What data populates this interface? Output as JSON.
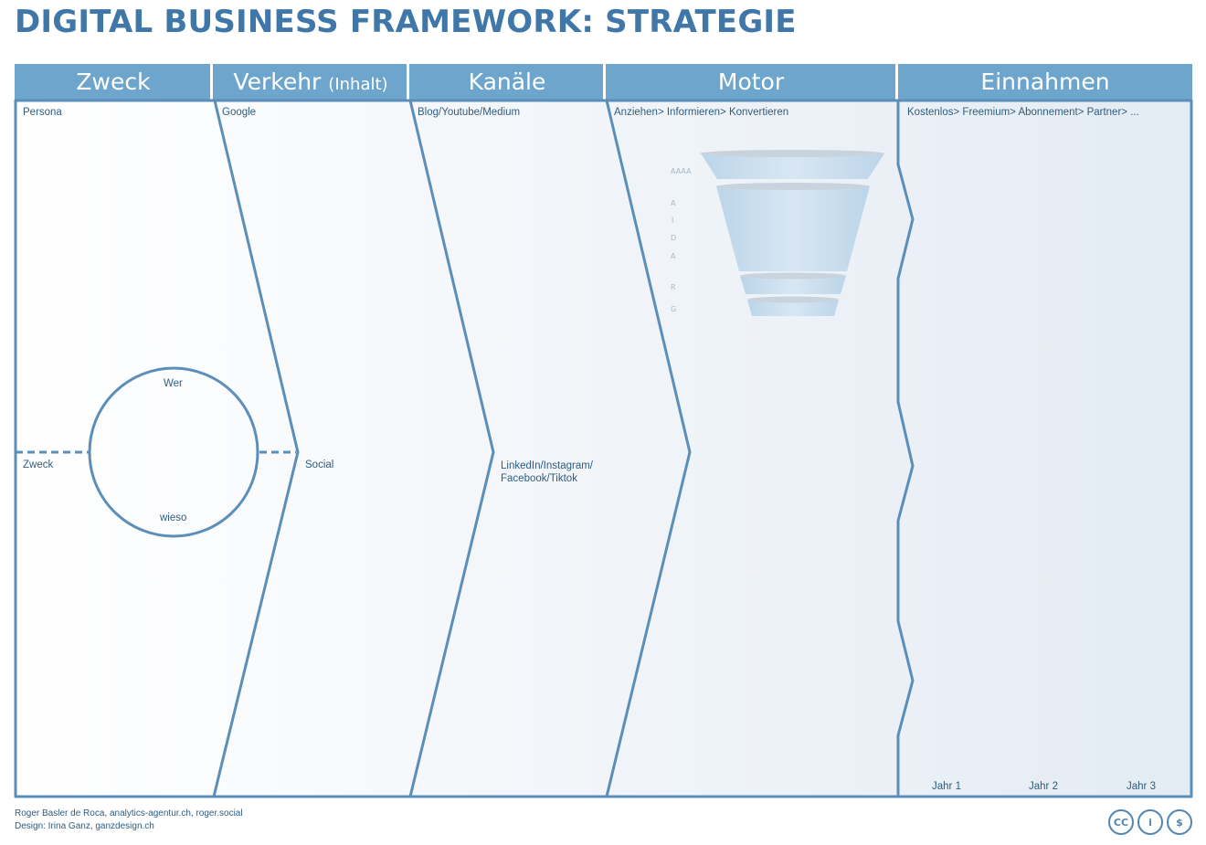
{
  "title": "DIGITAL BUSINESS FRAMEWORK: STRATEGIE",
  "header": {
    "col1": "Zweck",
    "col2": "Verkehr",
    "col2_small": "(Inhalt)",
    "col3": "Kanäle",
    "col4": "Motor",
    "col5": "Einnahmen"
  },
  "labels": {
    "persona": "Persona",
    "google": "Google",
    "blog": "Blog/Youtube/Medium",
    "motor_steps": "Anziehen> Informieren> Konvertieren",
    "revenue_models": "Kostenlos> Freemium> Abonnement> Partner> ...",
    "wer": "Wer",
    "zweck": "Zweck",
    "wieso": "wieso",
    "social": "Social",
    "social_channels": "LinkedIn/Instagram/\nFacebook/Tiktok",
    "jahr1": "Jahr 1",
    "jahr2": "Jahr 2",
    "jahr3": "Jahr 3"
  },
  "funnel_letters": {
    "aaaa": "AAAA",
    "a1": "A",
    "i": "I",
    "d": "D",
    "a2": "A",
    "r": "R",
    "g": "G"
  },
  "footer": {
    "line1": "Roger Basler de Roca, analytics-agentur.ch, roger.social",
    "line2": "Design: Irina Ganz, ganzdesign.ch"
  },
  "license": {
    "cc": "CC",
    "by": "i",
    "nc": "$"
  },
  "colors": {
    "accent": "#6ea5cc",
    "line": "#5b8fb9",
    "title": "#3f78a8",
    "text": "#2f5d80"
  }
}
